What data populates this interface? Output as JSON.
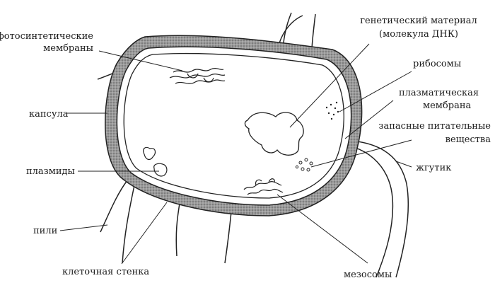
{
  "labels": {
    "photosynthetic_membranes": [
      "фотосинтетические",
      "мембраны"
    ],
    "capsule": "капсула",
    "plasmids": "плазмиды",
    "pili": "пили",
    "cell_wall": "клеточная стенка",
    "genetic_material": [
      "генетический материал",
      "(молекула ДНК)"
    ],
    "ribosomes": "рибосомы",
    "plasma_membrane": [
      "плазматическая",
      "мембрана"
    ],
    "storage_nutrients": [
      "запасные питательные",
      "вещества"
    ],
    "flagellum": "жгутик",
    "mesosomes": "мезосомы"
  },
  "colors": {
    "ink": "#222222",
    "capsule_fill": "#8f8f8f",
    "background": "#ffffff"
  }
}
